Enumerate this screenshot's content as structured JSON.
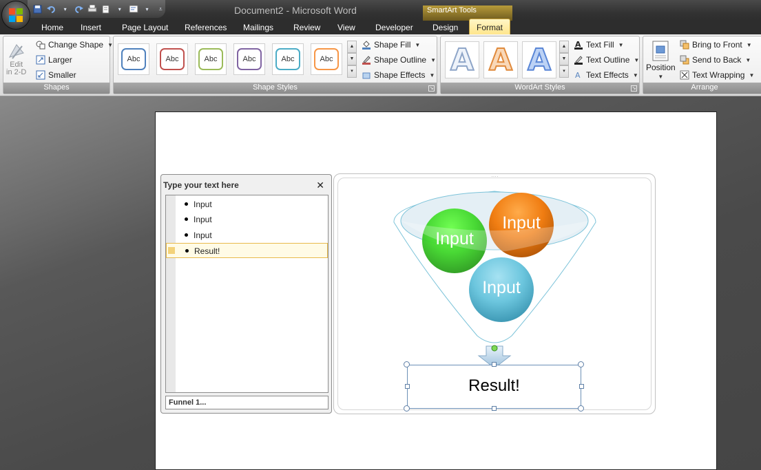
{
  "window": {
    "title": "Document2 - Microsoft Word",
    "contextual_tools_label": "SmartArt Tools"
  },
  "tabs": [
    "Home",
    "Insert",
    "Page Layout",
    "References",
    "Mailings",
    "Review",
    "View",
    "Developer",
    "Design",
    "Format"
  ],
  "active_tab": "Format",
  "ribbon": {
    "shapes": {
      "label": "Shapes",
      "edit_2d": "Edit\nin 2-D",
      "edit_2d_line1": "Edit",
      "edit_2d_line2": "in 2-D",
      "change_shape": "Change Shape",
      "larger": "Larger",
      "smaller": "Smaller"
    },
    "shape_styles": {
      "label": "Shape Styles",
      "swatch_text": "Abc",
      "swatch_colors": [
        "#4f81bd",
        "#c0504d",
        "#9bbb59",
        "#8064a2",
        "#4bacc6",
        "#f79646"
      ],
      "shape_fill": "Shape Fill",
      "shape_outline": "Shape Outline",
      "shape_effects": "Shape Effects"
    },
    "wordart_styles": {
      "label": "WordArt Styles",
      "letter": "A",
      "text_fill": "Text Fill",
      "text_outline": "Text Outline",
      "text_effects": "Text Effects"
    },
    "arrange": {
      "label": "Arrange",
      "position": "Position",
      "bring_to_front": "Bring to Front",
      "send_to_back": "Send to Back",
      "text_wrapping": "Text Wrapping"
    }
  },
  "text_pane": {
    "title": "Type your text here",
    "items": [
      "Input",
      "Input",
      "Input",
      "Result!"
    ],
    "selected_index": 3,
    "footer": "Funnel 1..."
  },
  "diagram": {
    "inputs": [
      {
        "label": "Input",
        "color": "#3fd62a"
      },
      {
        "label": "Input",
        "color": "#f07d12"
      },
      {
        "label": "Input",
        "color": "#6cc6de"
      }
    ],
    "result": "Result!"
  }
}
